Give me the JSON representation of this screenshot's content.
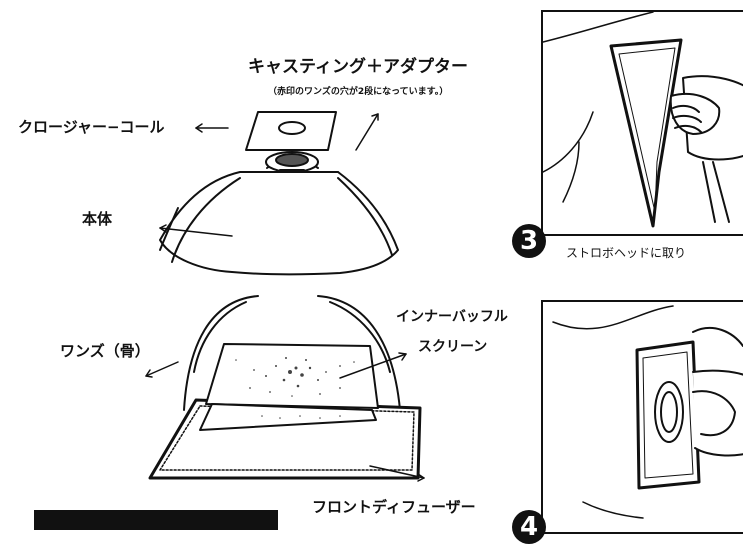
{
  "labels": {
    "casting_adapter": "キャスティング＋アダプター",
    "casting_note": "（赤印のワンズの穴が2段になっています。）",
    "closure_ring": "クロージャー−コール",
    "body": "本体",
    "inner_baffle": "インナーバッフル",
    "screen": "スクリーン",
    "wands": "ワンズ（骨）",
    "front_diffuser": "フロントディフューザー"
  },
  "steps": [
    {
      "number": "3",
      "caption": "ストロボヘッドに取り"
    },
    {
      "number": "4",
      "caption": ""
    }
  ]
}
